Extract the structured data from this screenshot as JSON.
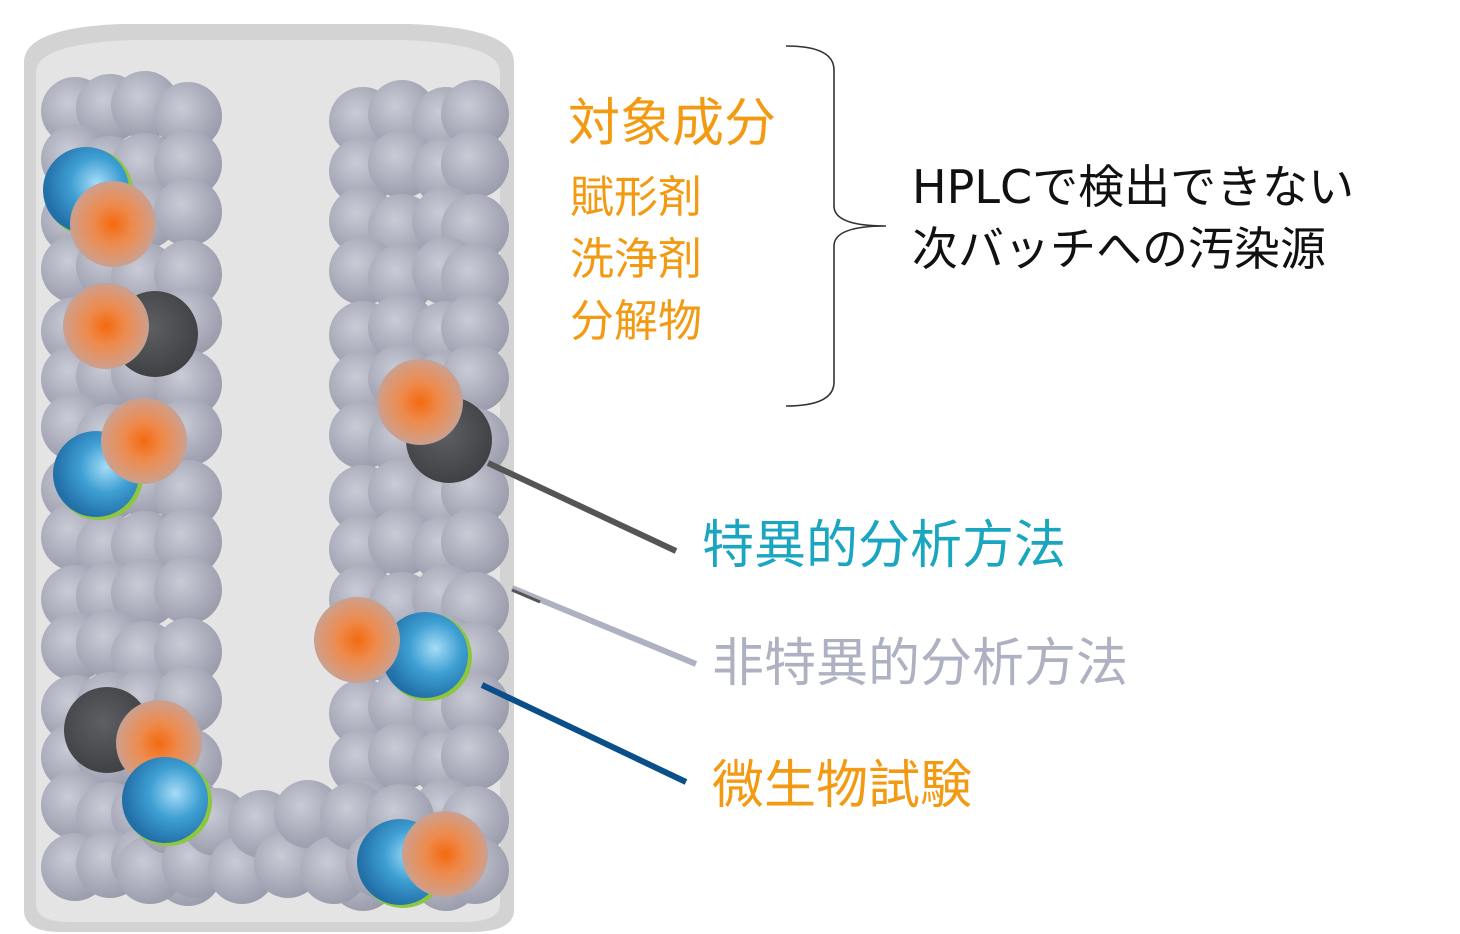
{
  "residue_group": {
    "main": "対象成分",
    "items": [
      "賦形剤",
      "洗浄剤",
      "分解物"
    ]
  },
  "note": {
    "line1": "HPLCで検出できない",
    "line2": "次バッチへの汚染源"
  },
  "methods": {
    "specific": "特異的分析方法",
    "nonspecific": "非特異的分析方法",
    "micro": "微生物試験"
  },
  "colors": {
    "residue": "#f39a13",
    "specific": "#1aa6c0",
    "nonspecific": "#aeb1c2",
    "micro_line": "#0b4f8a",
    "specific_line": "#555555",
    "bead": "#a9abb9",
    "tank_wall": "#d3d3d3",
    "tank_inner": "#e4e4e4"
  },
  "icons": {
    "api_particle": "orange-blurred-sphere",
    "degradant_particle": "dark-gray-sphere",
    "microbe_particle": "blue-sphere-green-rim",
    "packing_bead": "gray-sphere"
  }
}
